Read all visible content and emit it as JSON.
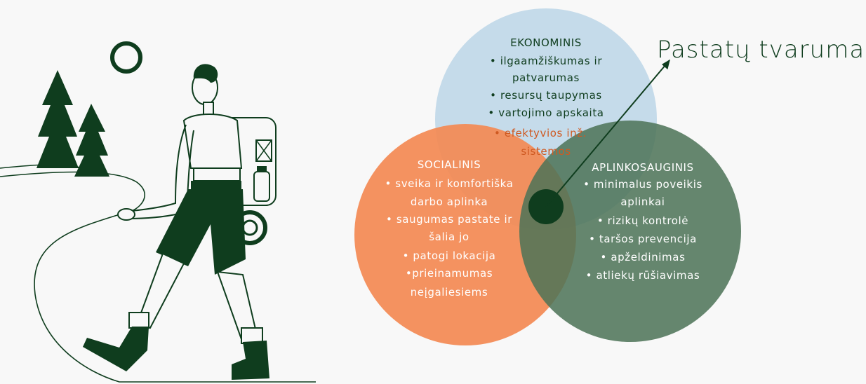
{
  "title": "Pastatų tvarumas",
  "colors": {
    "economic": "#c5dbea",
    "social": "#f38a54",
    "environmental": "#4d7357",
    "dark_green": "#0f3d1e",
    "background": "#f8f8f8"
  },
  "circles": {
    "economic": {
      "heading": "EKONOMINIS",
      "items": [
        "• ilgaamžiškumas ir",
        "patvarumas",
        "• resursų taupymas",
        "• vartojimo apskaita",
        "• efektyvios inž.",
        "sistemos"
      ]
    },
    "social": {
      "heading": "SOCIALINIS",
      "items": [
        "• sveika ir komfortiška",
        "darbo aplinka",
        "• saugumas pastate ir",
        "šalia jo",
        "• patogi lokacija",
        "•prieinamumas",
        "neįgaliesiems"
      ]
    },
    "environmental": {
      "heading": "APLINKOSAUGINIS",
      "items": [
        "• minimalus poveikis",
        "aplinkai",
        "• rizikų kontrolė",
        "• taršos prevencija",
        "• apželdinimas",
        "• atliekų rūšiavimas"
      ]
    }
  },
  "illustration": {
    "subject": "hiker-with-backpack",
    "icons": [
      "sun-icon",
      "pine-tree-icon",
      "path-icon"
    ]
  }
}
